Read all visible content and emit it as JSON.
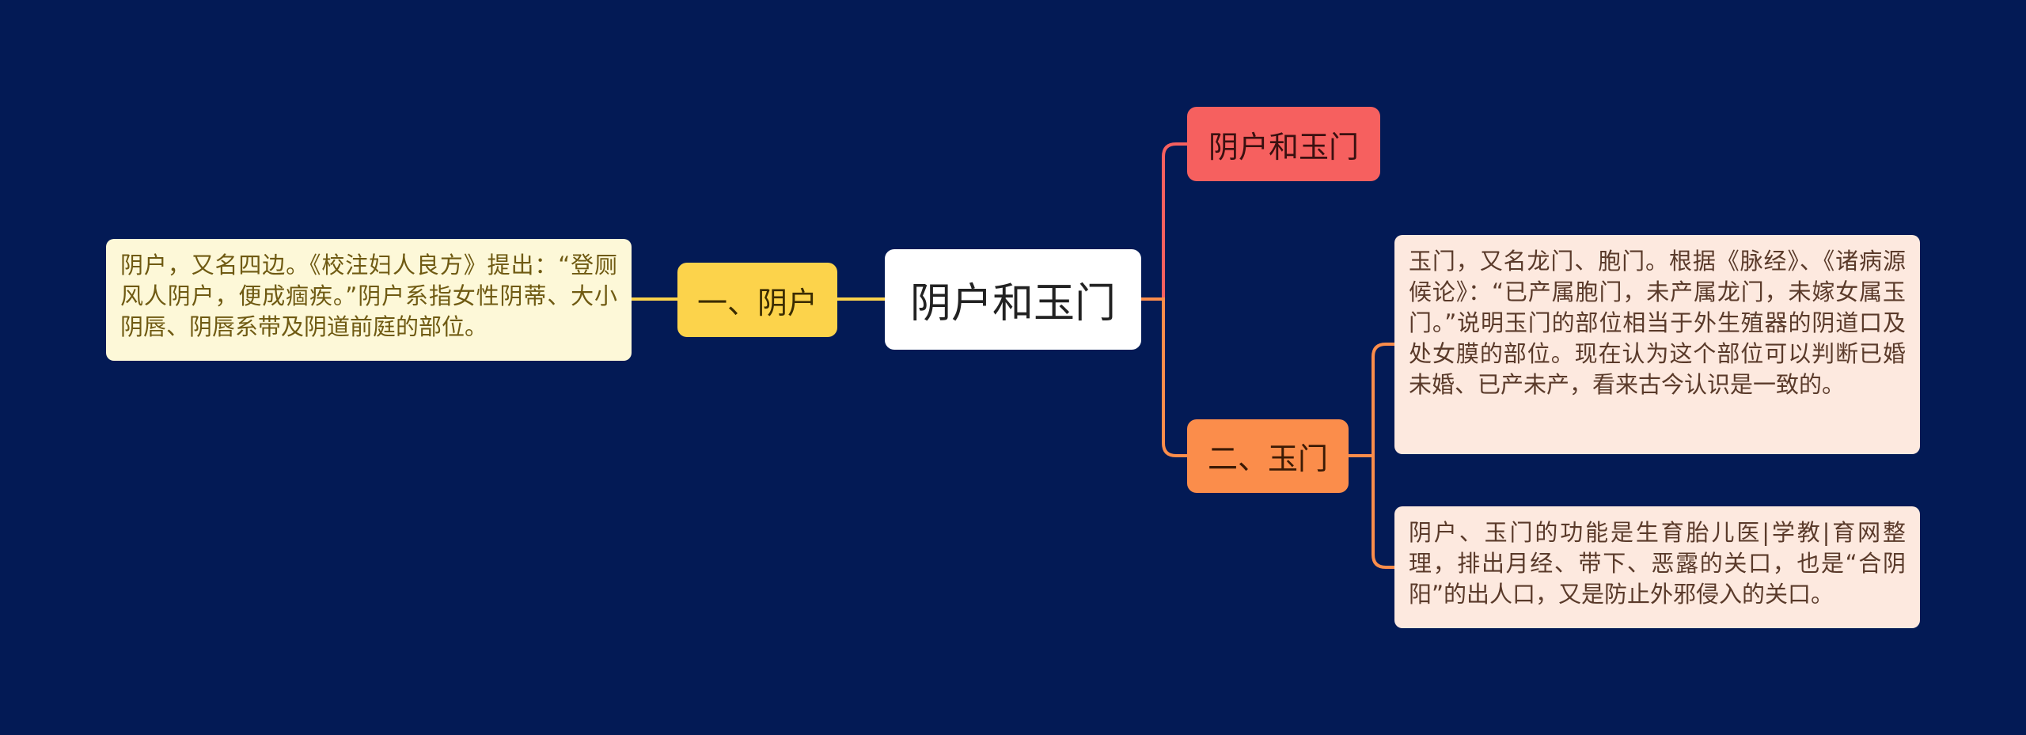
{
  "root": {
    "label": "阴户和玉门"
  },
  "branches": {
    "top": {
      "label": "阴户和玉门"
    },
    "yumen": {
      "label": "二、玉门"
    },
    "yinhu": {
      "label": "一、阴户"
    }
  },
  "leaves": {
    "yinhu_desc": "阴户，又名四边。《校注妇人良方》提出：“登厕风人阴户，便成痼疾。”阴户系指女性阴蒂、大小阴唇、阴唇系带及阴道前庭的部位。",
    "yumen_desc": "玉门，又名龙门、胞门。根据《脉经》、《诸病源候论》：“已产属胞门，未产属龙门，未嫁女属玉门。”说明玉门的部位相当于外生殖器的阴道口及处女膜的部位。现在认为这个部位可以判断已婚未婚、已产未产，看来古今认识是一致的。",
    "function_desc": "阴户、玉门的功能是生育胎儿医|学教|育网整理，排出月经、带下、恶露的关口，也是“合阴阳”的出人口，又是防止外邪侵入的关口。"
  },
  "colors": {
    "background": "#031a55",
    "root": "#ffffff",
    "top_branch": "#f6605f",
    "yumen_branch": "#fb8d4b",
    "yinhu_branch": "#fcd34b",
    "leaf_left": "#fdf8d8",
    "leaf_right": "#fde9df"
  }
}
